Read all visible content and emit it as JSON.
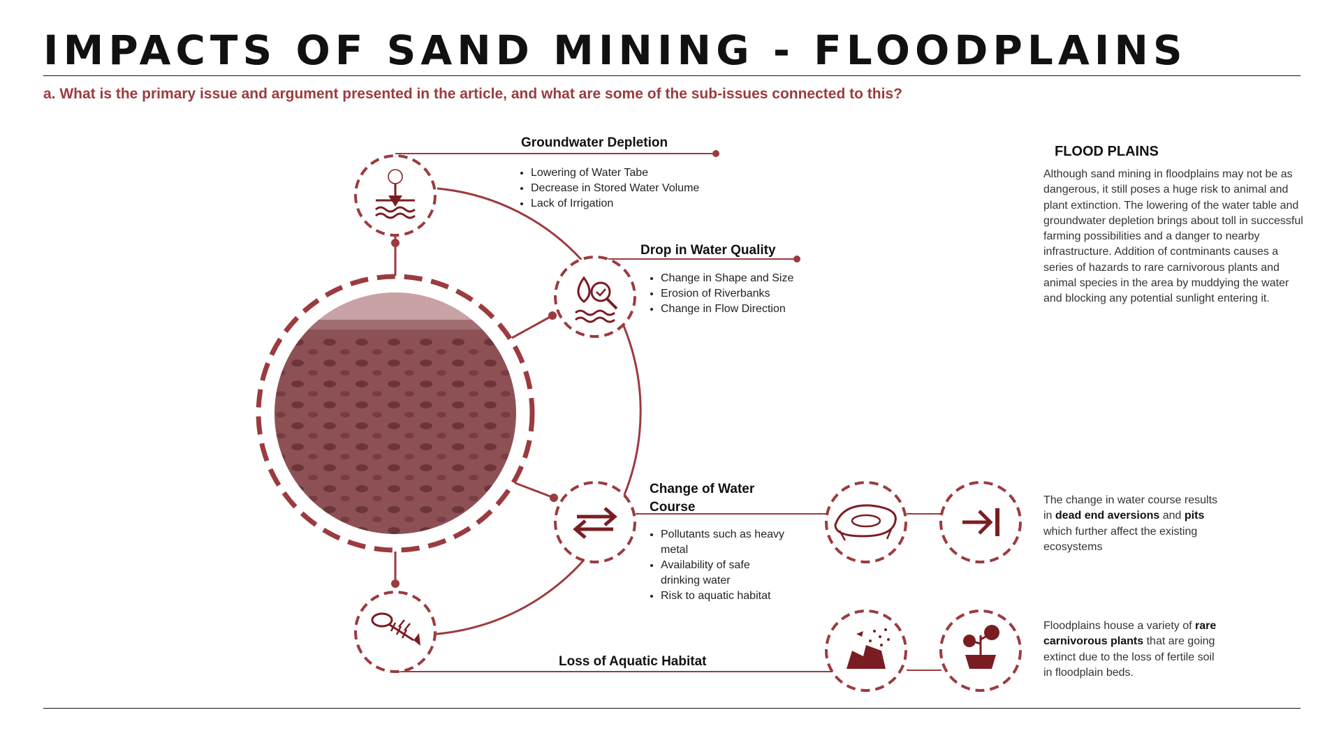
{
  "title": "IMPACTS OF SAND MINING - FLOODPLAINS",
  "question": "a. What is the primary issue and argument presented in the article, and what are some of the sub-issues connected to this?",
  "colors": {
    "accent": "#9b3b3f",
    "dark": "#7a1d22",
    "photo": "#8d5155"
  },
  "nodes": {
    "groundwater": {
      "icon": "shovel-water-icon",
      "heading": "Groundwater Depletion",
      "bullets": [
        "Lowering of Water Tabe",
        "Decrease in Stored Water Volume",
        "Lack of Irrigation"
      ]
    },
    "quality": {
      "icon": "water-drop-magnifier-icon",
      "heading": "Drop in Water Quality",
      "bullets": [
        "Change in Shape and Size",
        "Erosion of Riverbanks",
        "Change in Flow Direction"
      ]
    },
    "course": {
      "icon": "swap-arrows-icon",
      "heading_line1": "Change of Water",
      "heading_line2": "Course",
      "bullets": [
        "Pollutants such as heavy metal",
        "Availability of safe drinking water",
        "Risk to aquatic habitat"
      ]
    },
    "habitat": {
      "icon": "fish-skeleton-icon",
      "heading": "Loss of Aquatic Habitat"
    }
  },
  "center_image": "flooded-floodplain-photo",
  "sidebar": {
    "title": "FLOOD PLAINS",
    "paragraph": "Although sand mining  in floodplains may not be as dangerous, it still poses a huge risk to animal and plant extinction. The lowering of the water table and groundwater depletion brings about toll in successful farming possibilities and a danger to nearby infrastructure. Addition of contminants causes a series of hazards to rare carnivorous plants and animal species in the area by muddying the water and blocking any potential sunlight entering it."
  },
  "course_effect": {
    "icons": [
      "pit-hole-icon",
      "dead-end-arrow-icon"
    ],
    "text_a": "The change in water course results in ",
    "bold_a": "dead end aversions",
    "text_b": " and ",
    "bold_b": "pits",
    "text_c": " which further affect the existing ecosystems"
  },
  "habitat_effect": {
    "icons": [
      "polluted-seabed-icon",
      "carnivorous-plant-icon"
    ],
    "text_a": "Floodplains house a variety of ",
    "bold_a": "rare carnivorous plants",
    "text_b": " that are going extinct due to the loss of fertile soil in floodplain beds."
  }
}
